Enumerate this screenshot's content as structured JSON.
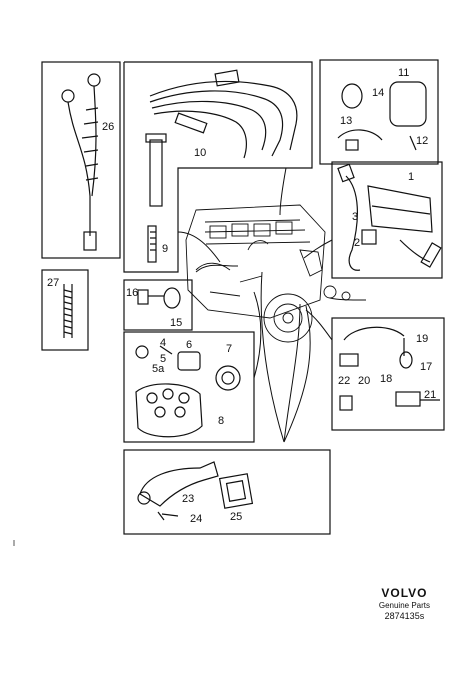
{
  "diagram": {
    "part_numbers": {
      "n1": "1",
      "n2": "2",
      "n3": "3",
      "n4": "4",
      "n5": "5",
      "n5a": "5a",
      "n6": "6",
      "n7": "7",
      "n8": "8",
      "n9": "9",
      "n10": "10",
      "n11": "11",
      "n12": "12",
      "n13": "13",
      "n14": "14",
      "n15": "15",
      "n16": "16",
      "n17": "17",
      "n18": "18",
      "n19": "19",
      "n20": "20",
      "n21": "21",
      "n22": "22",
      "n23": "23",
      "n24": "24",
      "n25": "25",
      "n26": "26",
      "n27": "27"
    }
  },
  "footer": {
    "brand": "VOLVO",
    "subtitle": "Genuine Parts",
    "code": "2874135s"
  }
}
